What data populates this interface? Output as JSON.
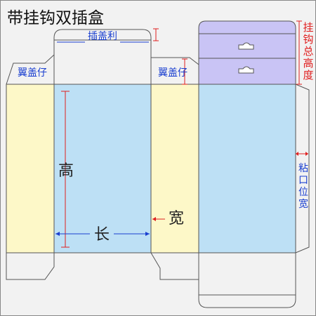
{
  "title": "带挂钩双插盒",
  "labels": {
    "tuck_flap": "插盖利",
    "dust_flap_left": "翼盖仔",
    "dust_flap_right": "翼盖仔",
    "height": "高",
    "length": "长",
    "width": "宽",
    "hanger_height": "挂钩总高度",
    "glue_width": "粘口位宽"
  },
  "colors": {
    "background": "#f2f2f2",
    "front_back_panel": "#bde0f5",
    "side_panel": "#fdf8c8",
    "hanger": "#c9c4f5",
    "outline": "#555555",
    "dimension_red": "#e02020",
    "dimension_blue": "#1a3fd0",
    "title_text": "#111111"
  }
}
